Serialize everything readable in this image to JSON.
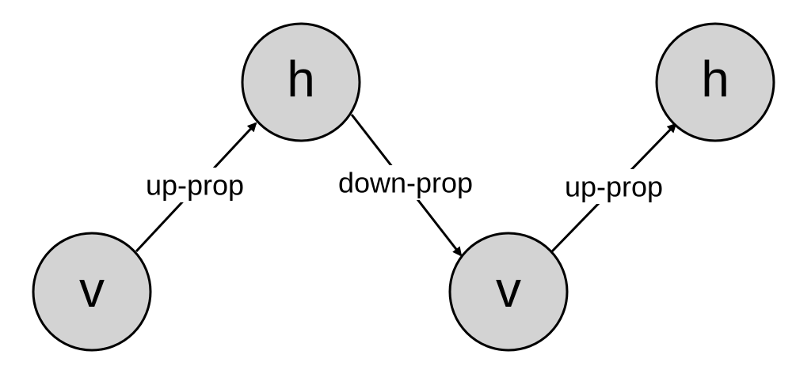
{
  "nodes": [
    {
      "id": "v1",
      "label": "v"
    },
    {
      "id": "h1",
      "label": "h"
    },
    {
      "id": "v2",
      "label": "v"
    },
    {
      "id": "h2",
      "label": "h"
    }
  ],
  "edges": [
    {
      "from": "v1",
      "to": "h1",
      "label": "up-prop"
    },
    {
      "from": "h1",
      "to": "v2",
      "label": "down-prop"
    },
    {
      "from": "v2",
      "to": "h2",
      "label": "up-prop"
    }
  ],
  "colors": {
    "node_fill": "#d3d3d3",
    "stroke": "#000000",
    "background": "#ffffff"
  }
}
